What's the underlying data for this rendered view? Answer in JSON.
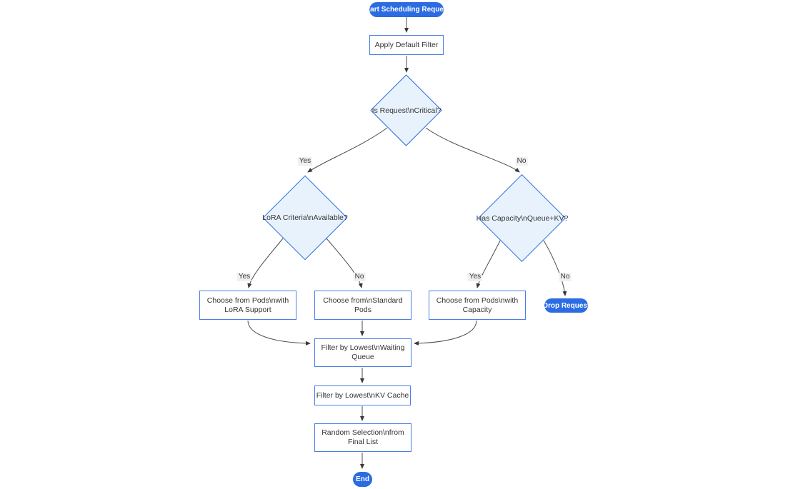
{
  "diagram": {
    "type": "flowchart",
    "direction": "top-down",
    "colors": {
      "pill_fill": "#2b6ce2",
      "pill_text": "#ffffff",
      "decision_fill": "#e8f2fd",
      "decision_border": "#2b6ce2",
      "process_fill": "#ffffff",
      "process_border": "#4a7fe6",
      "edge": "#4b4b4b",
      "edge_label_bg": "#f0f0f0",
      "text": "#333333"
    },
    "nodes": {
      "start": {
        "shape": "stadium",
        "label": "Start Scheduling Request"
      },
      "apply_filter": {
        "shape": "rect",
        "lines": [
          "Apply Default Filter"
        ]
      },
      "is_critical": {
        "shape": "diamond",
        "label": "Is Request\\nCritical?"
      },
      "lora_available": {
        "shape": "diamond",
        "label": "LoRA Criteria\\nAvailable?"
      },
      "has_capacity": {
        "shape": "diamond",
        "label": "Has Capacity\\nQueue+KV?"
      },
      "choose_lora_pods": {
        "shape": "rect",
        "lines": [
          "Choose from Pods\\nwith",
          "LoRA Support"
        ]
      },
      "choose_standard_pods": {
        "shape": "rect",
        "lines": [
          "Choose from\\nStandard",
          "Pods"
        ]
      },
      "choose_capacity_pods": {
        "shape": "rect",
        "lines": [
          "Choose from Pods\\nwith",
          "Capacity"
        ]
      },
      "drop_request": {
        "shape": "stadium",
        "label": "Drop Request"
      },
      "filter_waiting_queue": {
        "shape": "rect",
        "lines": [
          "Filter by Lowest\\nWaiting",
          "Queue"
        ]
      },
      "filter_kv_cache": {
        "shape": "rect",
        "lines": [
          "Filter by Lowest\\nKV Cache"
        ]
      },
      "random_selection": {
        "shape": "rect",
        "lines": [
          "Random Selection\\nfrom",
          "Final List"
        ]
      },
      "end": {
        "shape": "stadium",
        "label": "End"
      }
    },
    "edge_labels": {
      "critical_yes": "Yes",
      "critical_no": "No",
      "lora_yes": "Yes",
      "lora_no": "No",
      "capacity_yes": "Yes",
      "capacity_no": "No"
    }
  }
}
